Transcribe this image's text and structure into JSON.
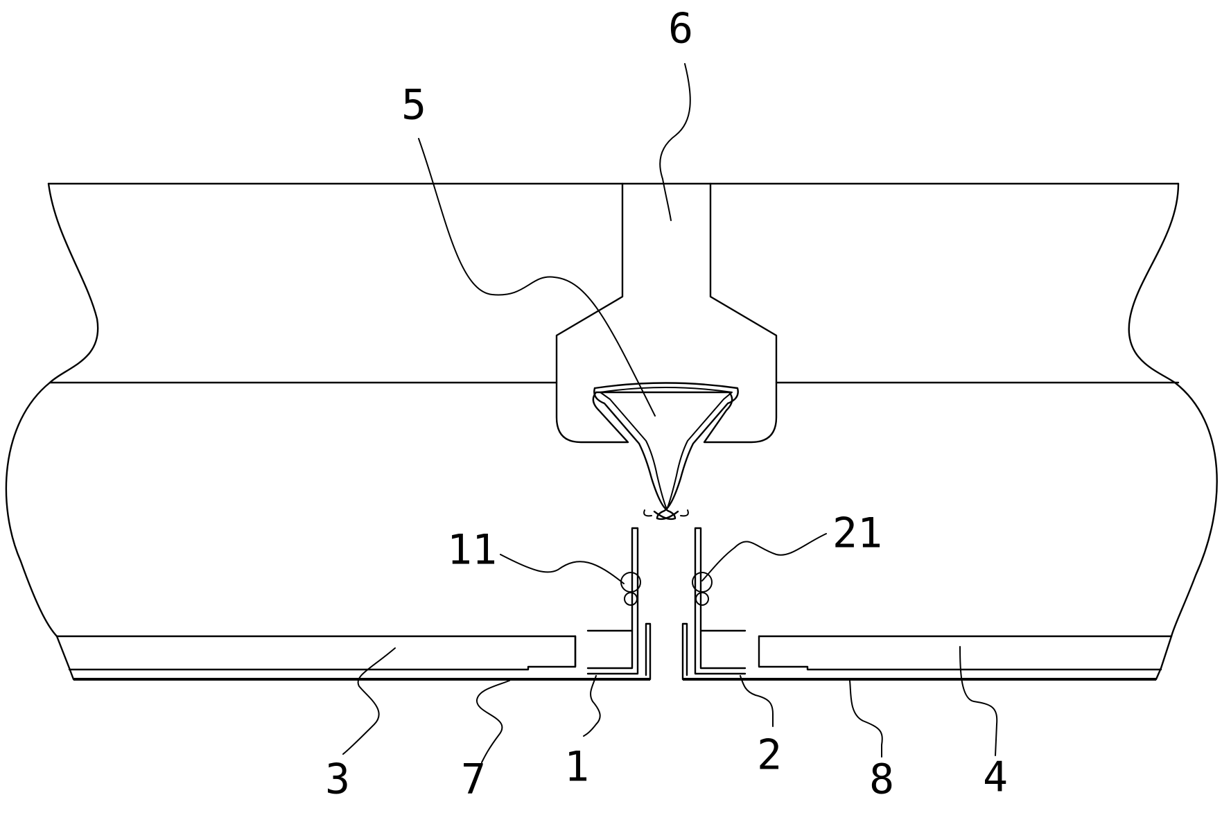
{
  "figure": {
    "labels": {
      "l1": "1",
      "l2": "2",
      "l3": "3",
      "l4": "4",
      "l5": "5",
      "l6": "6",
      "l7": "7",
      "l8": "8",
      "l11": "11",
      "l21": "21"
    }
  }
}
